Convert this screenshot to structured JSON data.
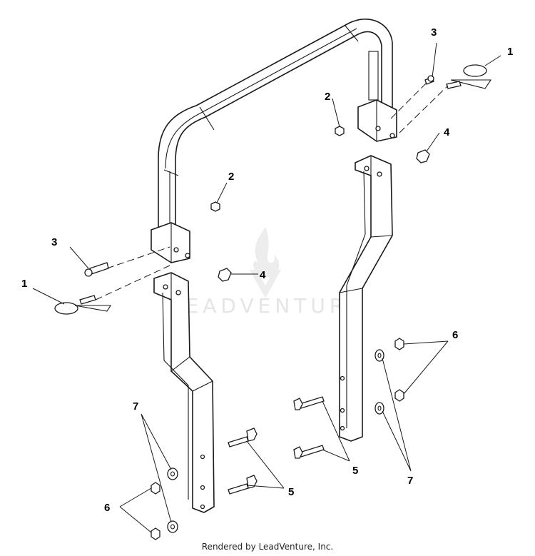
{
  "watermark": {
    "brand": "LEADVENTURE"
  },
  "callouts": {
    "c1a": "1",
    "c1b": "1",
    "c2a": "2",
    "c2b": "2",
    "c3a": "3",
    "c3b": "3",
    "c4a": "4",
    "c4b": "4",
    "c5a": "5",
    "c5b": "5",
    "c6a": "6",
    "c6b": "6",
    "c7a": "7",
    "c7b": "7"
  },
  "footer": {
    "text": "Rendered by LeadVenture, Inc."
  },
  "colors": {
    "line": "#1a1a1a",
    "watermark": "#e5e5e5"
  }
}
